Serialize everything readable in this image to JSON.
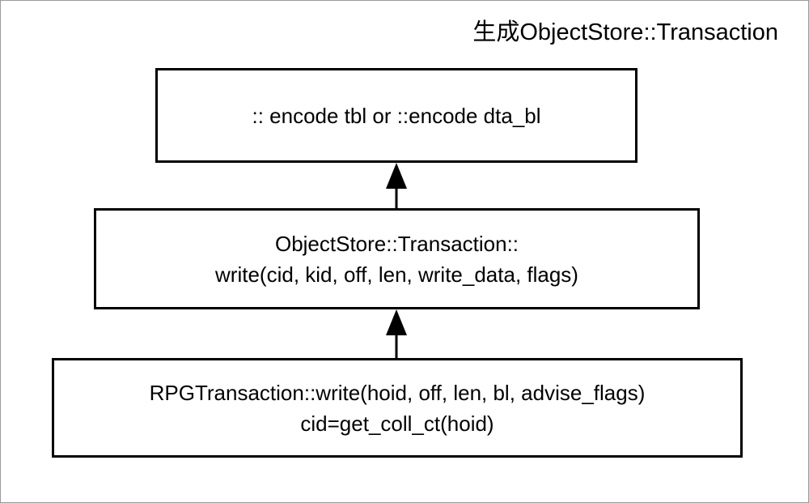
{
  "title": "生成ObjectStore::Transaction",
  "nodes": {
    "encode": {
      "lines": [
        ":: encode tbl or ::encode dta_bl"
      ]
    },
    "objectstore_write": {
      "lines": [
        "ObjectStore::Transaction::",
        "write(cid, kid, off, len, write_data, flags)"
      ]
    },
    "rpg_write": {
      "lines": [
        "RPGTransaction::write(hoid, off, len, bl, advise_flags)",
        "cid=get_coll_ct(hoid)"
      ]
    }
  },
  "edges": [
    {
      "from": "objectstore_write",
      "to": "encode"
    },
    {
      "from": "rpg_write",
      "to": "objectstore_write"
    }
  ]
}
